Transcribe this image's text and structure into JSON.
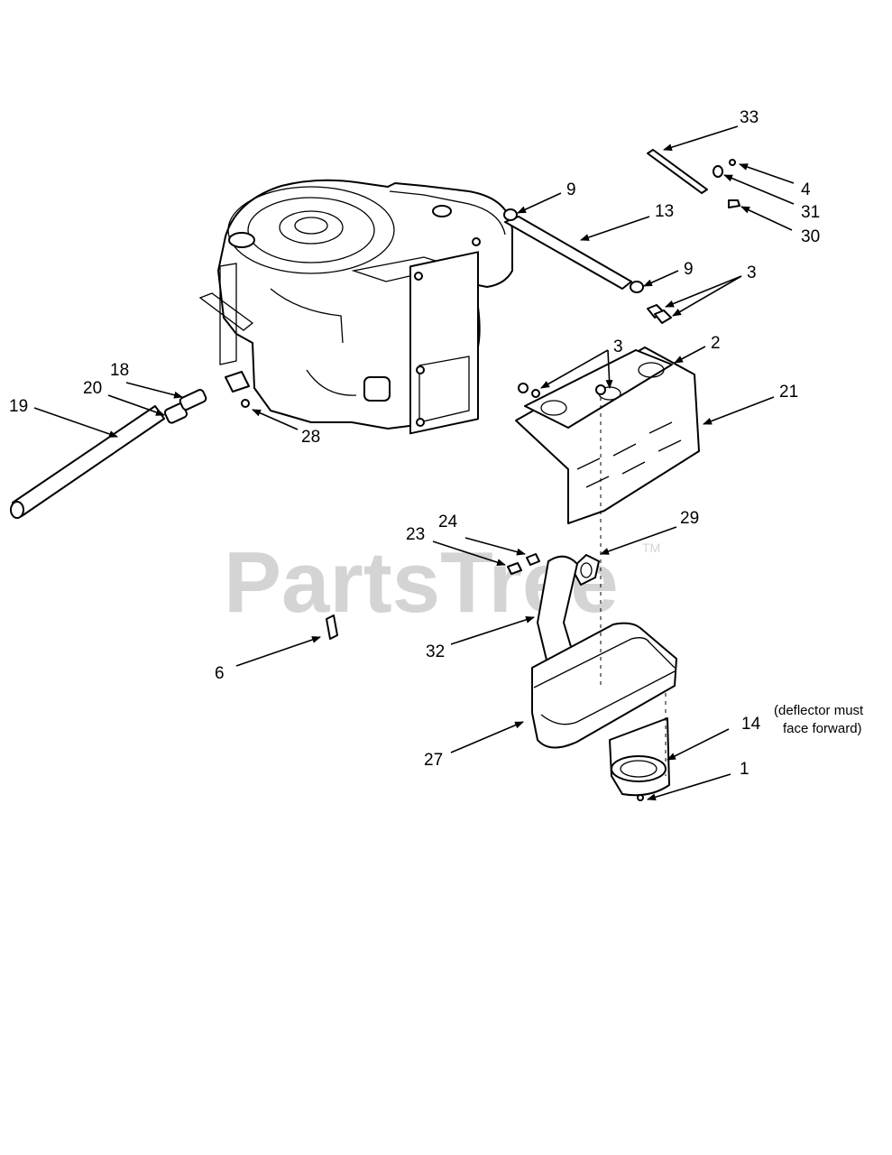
{
  "watermark": {
    "text": "PartsTree",
    "mark": "TM"
  },
  "labels": {
    "l33": "33",
    "l4": "4",
    "l31": "31",
    "l30": "30",
    "l9a": "9",
    "l13": "13",
    "l9b": "9",
    "l3a": "3",
    "l2": "2",
    "l3b": "3",
    "l21": "21",
    "l18": "18",
    "l20": "20",
    "l19": "19",
    "l28": "28",
    "l24": "24",
    "l23": "23",
    "l29": "29",
    "l32": "32",
    "l6": "6",
    "l14": "14",
    "l27": "27",
    "l1": "1"
  },
  "note": {
    "line1": "(deflector must",
    "line2": "face forward)"
  }
}
